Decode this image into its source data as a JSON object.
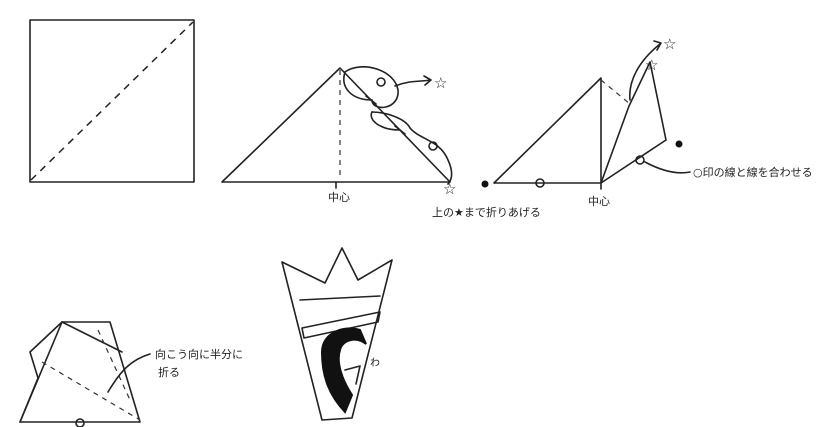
{
  "labels": {
    "center": "中心",
    "center2": "中心",
    "fold_to_star": "上の★まで折りあげる",
    "match_lines": "○印の線と線を合わせる",
    "fold_back_half_line1": "向こう向に半分に",
    "fold_back_half_line2": "折る",
    "wa": "わ"
  },
  "symbols": {
    "star": "☆",
    "circle": "○"
  }
}
